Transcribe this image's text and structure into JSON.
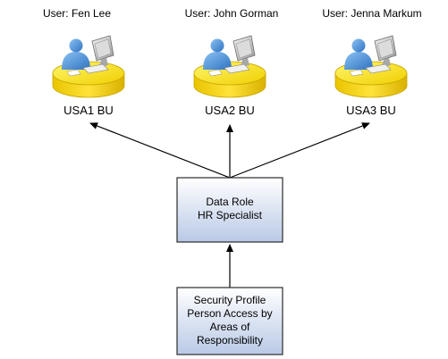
{
  "users": [
    {
      "user_label": "User: Fen Lee",
      "bu_label": "USA1 BU"
    },
    {
      "user_label": "User: John Gorman",
      "bu_label": "USA2 BU"
    },
    {
      "user_label": "User: Jenna Markum",
      "bu_label": "USA3 BU"
    }
  ],
  "data_role": {
    "line1": "Data Role",
    "line2": "HR Specialist"
  },
  "security_profile": {
    "line1": "Security Profile",
    "line2": "Person Access by",
    "line3": "Areas of",
    "line4": "Responsibility"
  },
  "colors": {
    "box_top": "#ffffff",
    "box_bottom": "#b9c9e6",
    "box_border": "#2c2c2c",
    "disk_fill": "#f2d400",
    "disk_edge": "#c9a800",
    "person_blue": "#4a8fd6",
    "arrow": "#000000"
  },
  "icons": [
    "user-workstation-icon",
    "user-workstation-icon",
    "user-workstation-icon"
  ]
}
